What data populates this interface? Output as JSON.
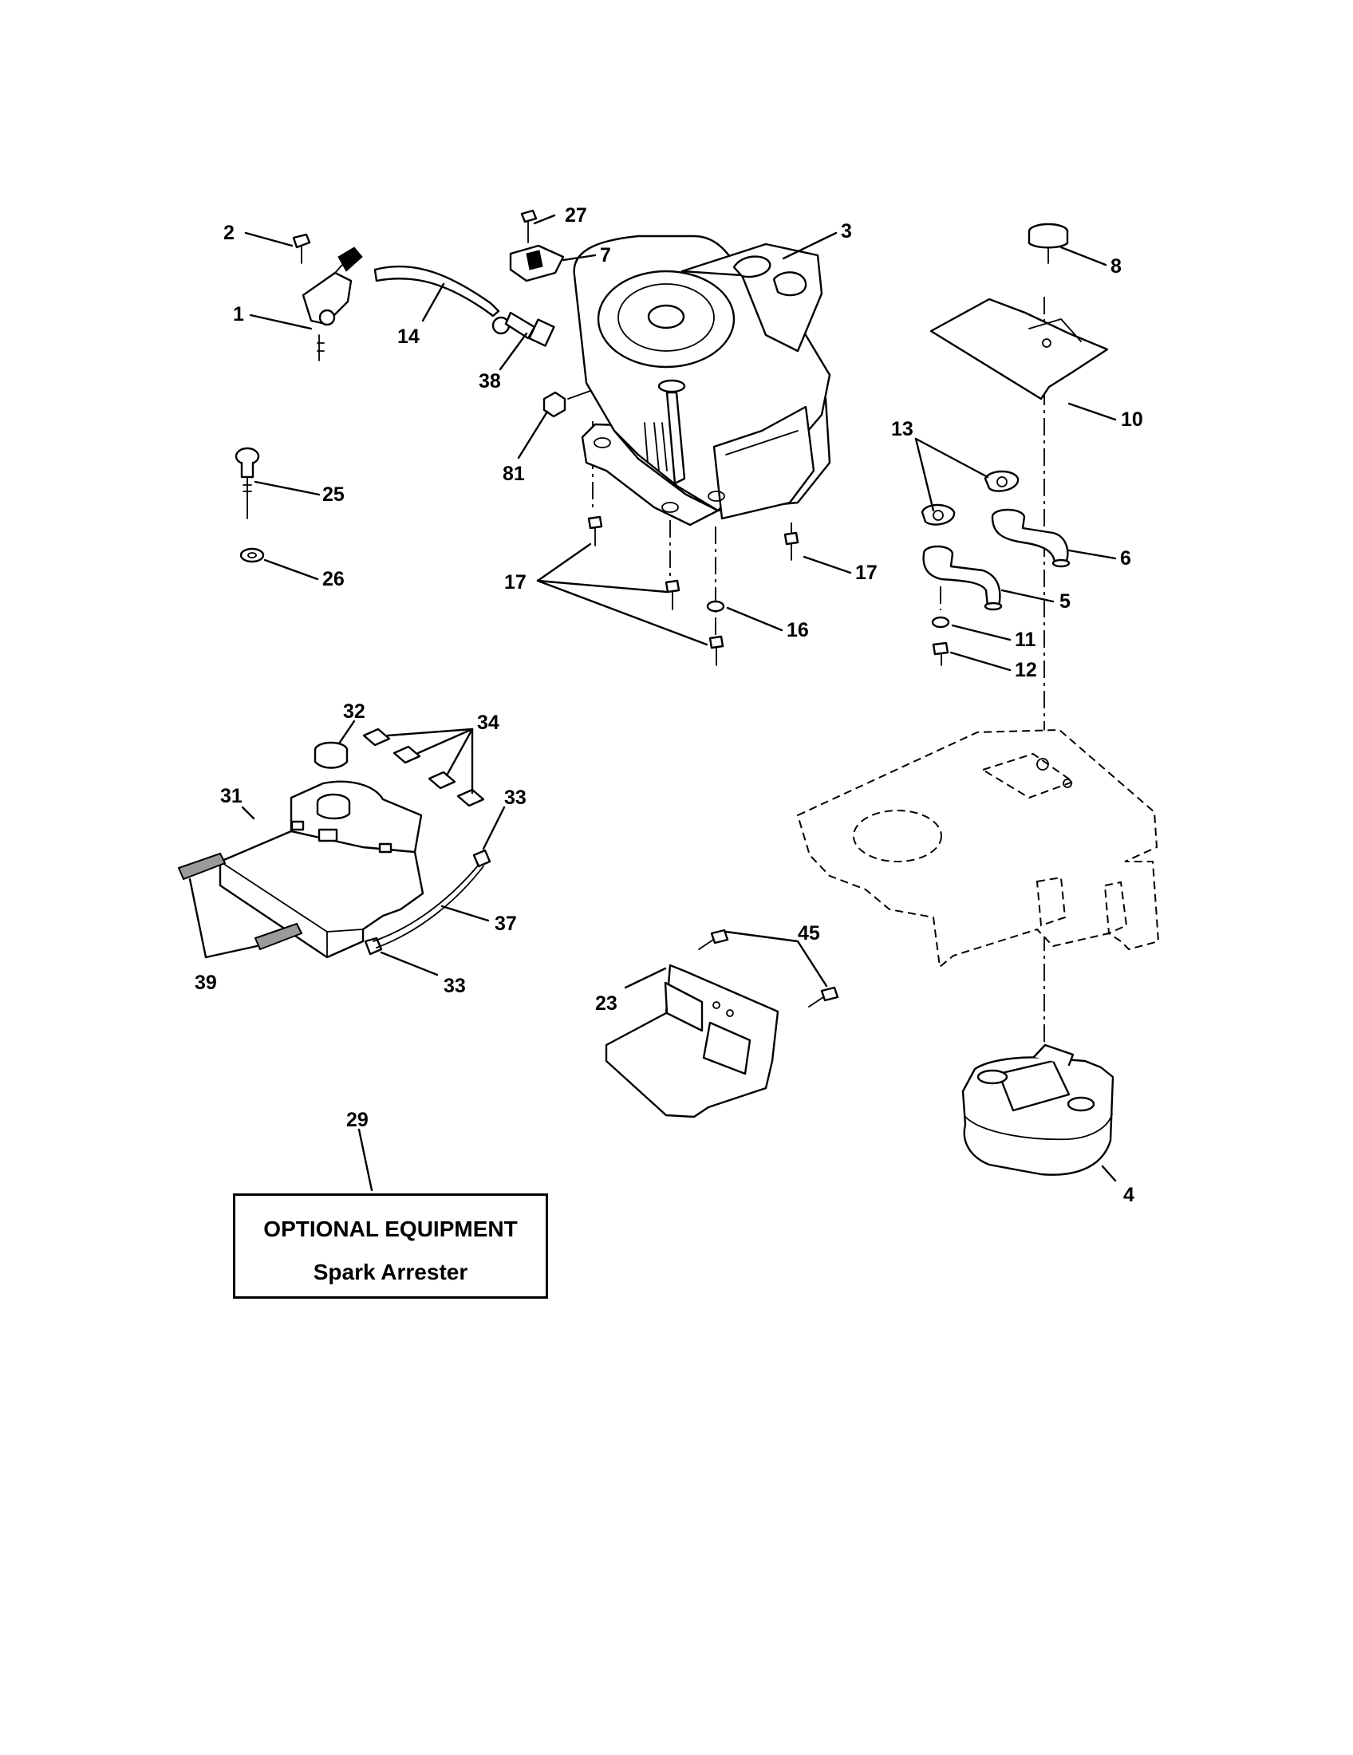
{
  "callouts": {
    "c1": "1",
    "c2": "2",
    "c3": "3",
    "c4": "4",
    "c5": "5",
    "c6": "6",
    "c7": "7",
    "c8": "8",
    "c10": "10",
    "c11": "11",
    "c12": "12",
    "c13": "13",
    "c14": "14",
    "c16": "16",
    "c17a": "17",
    "c17b": "17",
    "c23": "23",
    "c25": "25",
    "c26": "26",
    "c27": "27",
    "c29": "29",
    "c31": "31",
    "c32": "32",
    "c33a": "33",
    "c33b": "33",
    "c34": "34",
    "c37": "37",
    "c38": "38",
    "c39": "39",
    "c45": "45",
    "c81": "81"
  },
  "note": {
    "line1": "OPTIONAL EQUIPMENT",
    "line2": "Spark Arrester"
  }
}
